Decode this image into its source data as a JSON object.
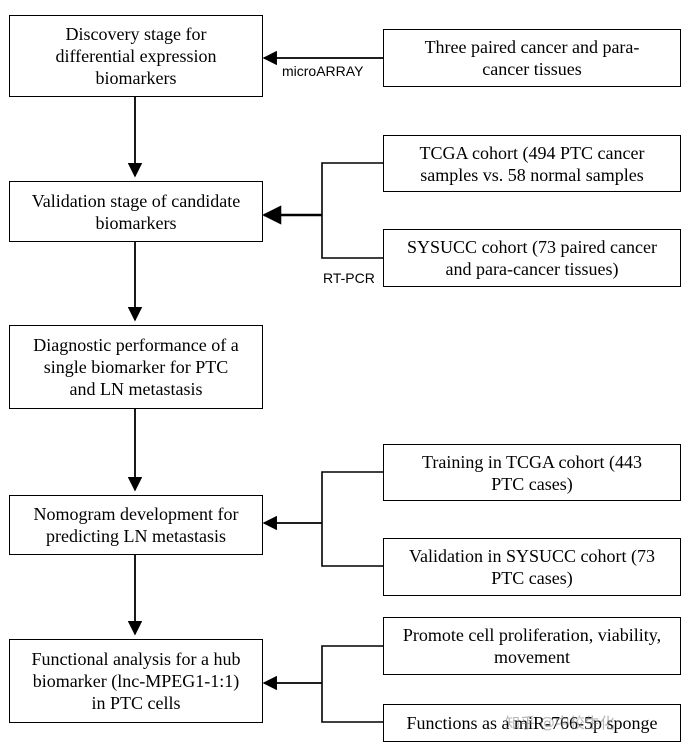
{
  "left_boxes": [
    "Discovery stage for\ndifferential expression\nbiomarkers",
    "Validation stage of candidate\nbiomarkers",
    "Diagnostic performance of a\nsingle biomarker for PTC\nand LN metastasis",
    "Nomogram development for\npredicting LN metastasis",
    "Functional analysis for a hub\nbiomarker (lnc-MPEG1-1:1)\nin PTC cells"
  ],
  "right_boxes": [
    "Three paired cancer and para-\ncancer tissues",
    "TCGA cohort (494 PTC cancer\nsamples vs. 58 normal samples",
    "SYSUCC cohort (73 paired cancer\nand para-cancer tissues)",
    "Training in TCGA cohort (443\nPTC cases)",
    "Validation in SYSUCC cohort (73\nPTC cases)",
    "Promote cell proliferation, viability,\nmovement",
    "Functions as a miR-766-5p sponge"
  ],
  "edge_labels": {
    "microarray": "microARRAY",
    "rtpcr": "RT-PCR"
  },
  "watermark": "知乎 @中校生化"
}
